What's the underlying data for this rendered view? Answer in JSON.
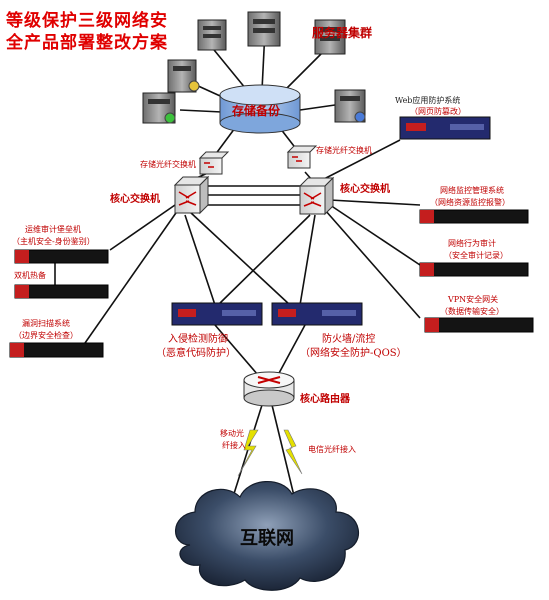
{
  "title": {
    "line1": "等级保护三级网络安",
    "line2": "全产品部署整改方案"
  },
  "nodes": {
    "server_cluster": "服务器集群",
    "storage_backup": "存储备份",
    "web_waf": {
      "line1": "Web应用防护系统",
      "line2": "（网页防篡改）"
    },
    "storage_switch_left": "存储光纤交换机",
    "storage_switch_right": "存储光纤交换机",
    "core_switch_left": "核心交换机",
    "core_switch_right": "核心交换机",
    "bastion": {
      "line1": "运维审计堡垒机",
      "line2": "（主机安全-身份鉴别）"
    },
    "dual_hot": "双机热备",
    "vuln_scan": {
      "line1": "漏洞扫描系统",
      "line2": "（边界安全检查）"
    },
    "net_monitor": {
      "line1": "网络监控管理系统",
      "line2": "（网络资源监控报警）"
    },
    "behavior_audit": {
      "line1": "网络行为审计",
      "line2": "（安全审计记录）"
    },
    "vpn_gw": {
      "line1": "VPN安全网关",
      "line2": "（数据传输安全）"
    },
    "ids": {
      "line1": "入侵检测防御",
      "line2": "（恶意代码防护）"
    },
    "firewall": {
      "line1": "防火墙/流控",
      "line2": "（网络安全防护-QOS）"
    },
    "core_router": "核心路由器",
    "mobile_fiber": {
      "line1": "移动光",
      "line2": "纤接入"
    },
    "telecom_fiber": "电信光纤接入",
    "internet": "互联网"
  },
  "colors": {
    "title": "#e00000",
    "label_red": "#c00000",
    "storage_fill": "#8fb4e6",
    "device_navy": "#232a6e",
    "device_black": "#141414",
    "device_red": "#c41e1e",
    "cloud": "#2d3e57",
    "lightning": "#e4e000"
  },
  "icons": [
    "server-icon",
    "storage-cylinder-icon",
    "switch-icon",
    "router-icon",
    "cloud-icon",
    "lightning-icon",
    "appliance-icon"
  ]
}
